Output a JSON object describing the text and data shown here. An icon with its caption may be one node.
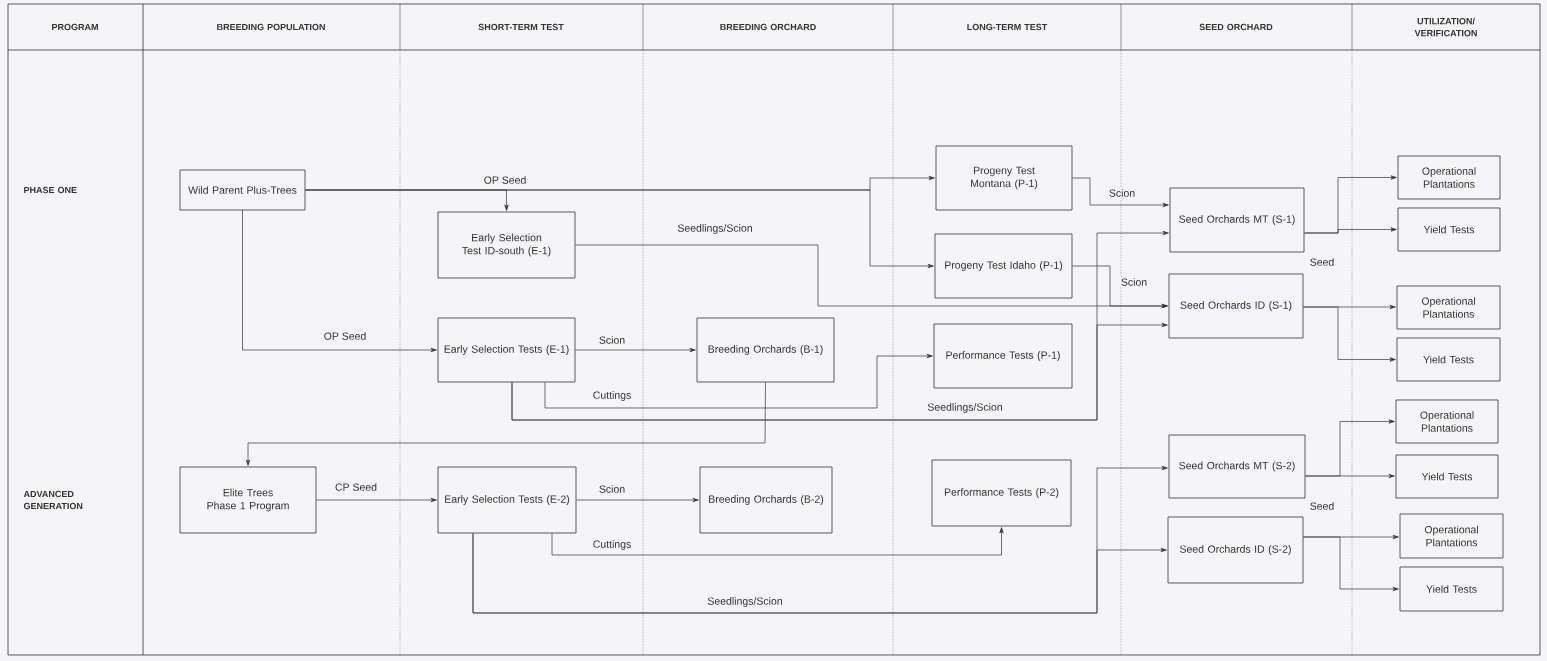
{
  "diagram": {
    "nodes": [
      {
        "text": [
          "Wild Parent Plus-Trees"
        ]
      },
      {
        "text": [
          "Early Selection Test ID-south (E-1)"
        ]
      },
      {
        "text": [
          "Early Selection Tests (E-1)"
        ]
      },
      {
        "text": [
          "Progeny Test Montana (P-1)"
        ]
      },
      {
        "text": [
          "Progeny Test Idaho (P-1)"
        ]
      },
      {
        "text": [
          "Breeding Orchards (B-1)"
        ]
      },
      {
        "text": [
          "Performance Tests (P-1)"
        ]
      },
      {
        "text": [
          "Seed Orchards MT (S-1)"
        ]
      },
      {
        "text": [
          "Seed Orchards ID (S-1)"
        ]
      },
      {
        "text": [
          "Operational Plantations"
        ]
      },
      {
        "text": [
          "Yield Tests"
        ]
      },
      {
        "text": [
          "Operational Plantations"
        ]
      },
      {
        "text": [
          "Yield Tests"
        ]
      },
      {
        "text": [
          "Operational Plantations"
        ]
      },
      {
        "text": [
          "Yield Tests"
        ]
      },
      {
        "text": [
          "Elite Trees Phase 1 Program"
        ]
      },
      {
        "text": [
          "Early Selection Tests (E-2)"
        ]
      },
      {
        "text": [
          "Breeding Orchards (B-2)"
        ]
      },
      {
        "text": [
          "Performance Tests (P-2)"
        ]
      },
      {
        "text": [
          "Seed Orchards MT (S-2)"
        ]
      },
      {
        "text": [
          "Seed Orchards ID (S-2)"
        ]
      },
      {
        "text": [
          "Operational Plantations"
        ]
      },
      {
        "text": [
          "Yield Tests"
        ]
      }
    ],
    "edges": [
      {
        "from": 0,
        "to": 1,
        "arrow": "to"
      },
      {
        "from": 0,
        "to": 3,
        "arrow": "to",
        "label": "OP Seed"
      },
      {
        "from": 0,
        "to": 4,
        "arrow": "to"
      },
      {
        "from": 0,
        "to": 2,
        "arrow": "to",
        "label": "OP Seed"
      },
      {
        "from": 1,
        "to": 8,
        "arrow": "to",
        "label": "Seedlings/Scion"
      },
      {
        "from": 3,
        "to": 7,
        "arrow": "to",
        "label": "Scion"
      },
      {
        "from": 4,
        "to": 8,
        "arrow": "to",
        "label": "Scion"
      },
      {
        "from": 2,
        "to": 5,
        "arrow": "to",
        "label": "Scion"
      },
      {
        "from": 2,
        "to": 6,
        "arrow": "to",
        "label": "Cuttings"
      },
      {
        "from": 2,
        "to": 7,
        "arrow": "to",
        "label": "Seedlings/Scion"
      },
      {
        "from": 2,
        "to": 8,
        "arrow": "to"
      },
      {
        "from": 5,
        "to": 15,
        "arrow": "to"
      },
      {
        "from": 7,
        "to": 9,
        "arrow": "to"
      },
      {
        "from": 7,
        "to": 10,
        "arrow": "to",
        "label": "Seed"
      },
      {
        "from": 8,
        "to": 11,
        "arrow": "to"
      },
      {
        "from": 8,
        "to": 12,
        "arrow": "to"
      },
      {
        "from": 15,
        "to": 16,
        "arrow": "to",
        "label": "CP Seed"
      },
      {
        "from": 16,
        "to": 17,
        "arrow": "to",
        "label": "Scion"
      },
      {
        "from": 16,
        "to": 18,
        "arrow": "to",
        "label": "Cuttings"
      },
      {
        "from": 16,
        "to": 19,
        "arrow": "to",
        "label": "Seedlings/Scion"
      },
      {
        "from": 16,
        "to": 20,
        "arrow": "to"
      },
      {
        "from": 19,
        "to": 13,
        "arrow": "to"
      },
      {
        "from": 19,
        "to": 14,
        "arrow": "to",
        "label": "Seed"
      },
      {
        "from": 20,
        "to": 21,
        "arrow": "to"
      },
      {
        "from": 20,
        "to": 22,
        "arrow": "to"
      }
    ],
    "labels": [
      "PROGRAM",
      "BREEDING POPULATION",
      "SHORT-TERM TEST",
      "BREEDING ORCHARD",
      "LONG-TERM TEST",
      "SEED ORCHARD",
      "UTILIZATION/ VERIFICATION",
      "PHASE ONE",
      "ADVANCED GENERATION"
    ]
  }
}
